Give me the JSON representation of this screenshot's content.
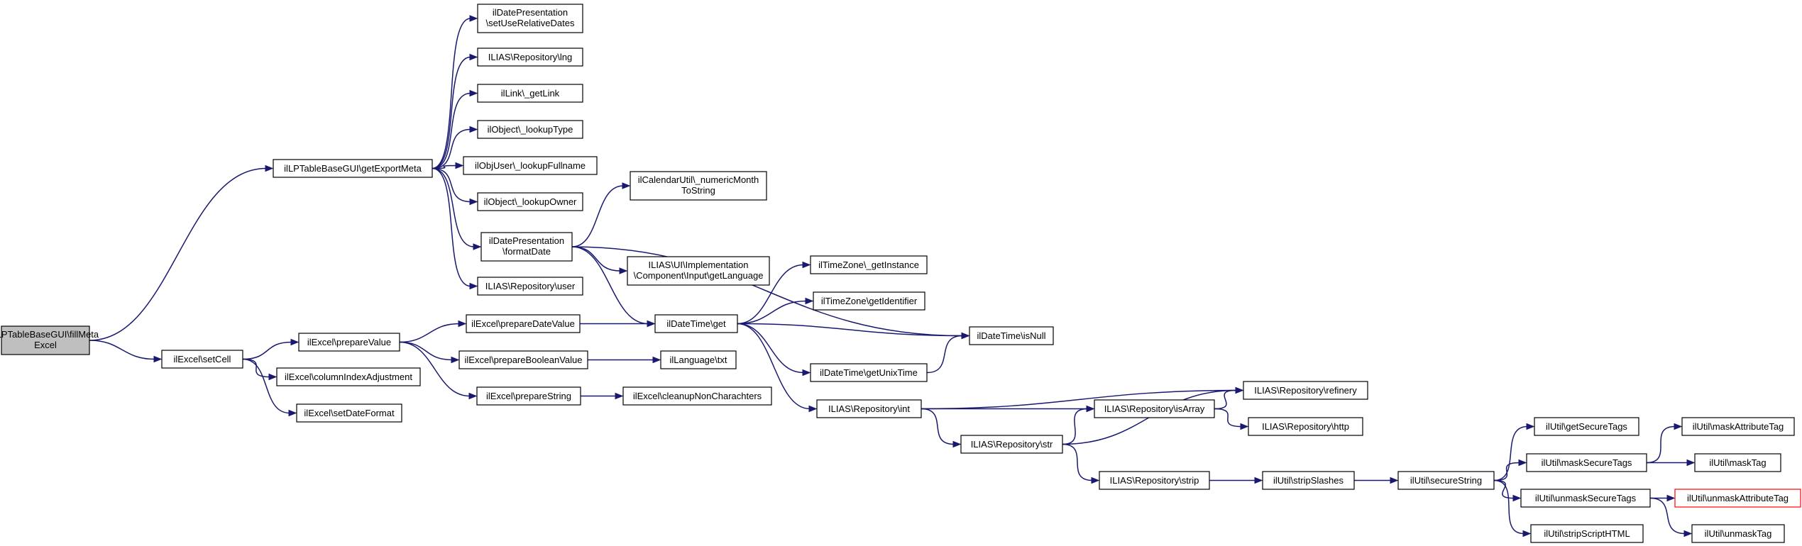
{
  "diagram": {
    "type": "call-graph",
    "colors": {
      "edge": "#191970",
      "root_fill": "#bfbfbf",
      "node_border": "#000000",
      "truncated_border": "#ff0000"
    },
    "nodes": [
      {
        "id": "fillMetaExcel",
        "lines": [
          "ilLPTableBaseGUI\\fillMeta",
          "Excel"
        ],
        "style": "root"
      },
      {
        "id": "getExportMeta",
        "lines": [
          "ilLPTableBaseGUI\\getExportMeta"
        ]
      },
      {
        "id": "setUseRelativeDates",
        "lines": [
          "ilDatePresentation",
          "\\setUseRelativeDates"
        ]
      },
      {
        "id": "lng",
        "lines": [
          "ILIAS\\Repository\\lng"
        ]
      },
      {
        "id": "getLink",
        "lines": [
          "ilLink\\_getLink"
        ]
      },
      {
        "id": "lookupType",
        "lines": [
          "ilObject\\_lookupType"
        ]
      },
      {
        "id": "lookupFullname",
        "lines": [
          "ilObjUser\\_lookupFullname"
        ]
      },
      {
        "id": "lookupOwner",
        "lines": [
          "ilObject\\_lookupOwner"
        ]
      },
      {
        "id": "formatDate",
        "lines": [
          "ilDatePresentation",
          "\\formatDate"
        ]
      },
      {
        "id": "user",
        "lines": [
          "ILIAS\\Repository\\user"
        ]
      },
      {
        "id": "numericMonth",
        "lines": [
          "ilCalendarUtil\\_numericMonth",
          "ToString"
        ]
      },
      {
        "id": "getLanguage",
        "lines": [
          "ILIAS\\UI\\Implementation",
          "\\Component\\Input\\getLanguage"
        ]
      },
      {
        "id": "setCell",
        "lines": [
          "ilExcel\\setCell"
        ]
      },
      {
        "id": "prepareValue",
        "lines": [
          "ilExcel\\prepareValue"
        ]
      },
      {
        "id": "columnIndexAdjustment",
        "lines": [
          "ilExcel\\columnIndexAdjustment"
        ]
      },
      {
        "id": "setDateFormat",
        "lines": [
          "ilExcel\\setDateFormat"
        ]
      },
      {
        "id": "prepareDateValue",
        "lines": [
          "ilExcel\\prepareDateValue"
        ]
      },
      {
        "id": "prepareBooleanValue",
        "lines": [
          "ilExcel\\prepareBooleanValue"
        ]
      },
      {
        "id": "prepareString",
        "lines": [
          "ilExcel\\prepareString"
        ]
      },
      {
        "id": "dtGet",
        "lines": [
          "ilDateTime\\get"
        ]
      },
      {
        "id": "txt",
        "lines": [
          "ilLanguage\\txt"
        ]
      },
      {
        "id": "cleanupNonCharachters",
        "lines": [
          "ilExcel\\cleanupNonCharachters"
        ]
      },
      {
        "id": "tzGetInstance",
        "lines": [
          "ilTimeZone\\_getInstance"
        ]
      },
      {
        "id": "tzGetIdentifier",
        "lines": [
          "ilTimeZone\\getIdentifier"
        ]
      },
      {
        "id": "isNull",
        "lines": [
          "ilDateTime\\isNull"
        ]
      },
      {
        "id": "getUnixTime",
        "lines": [
          "ilDateTime\\getUnixTime"
        ]
      },
      {
        "id": "repoInt",
        "lines": [
          "ILIAS\\Repository\\int"
        ]
      },
      {
        "id": "refinery",
        "lines": [
          "ILIAS\\Repository\\refinery"
        ]
      },
      {
        "id": "isArray",
        "lines": [
          "ILIAS\\Repository\\isArray"
        ]
      },
      {
        "id": "http",
        "lines": [
          "ILIAS\\Repository\\http"
        ]
      },
      {
        "id": "repoStr",
        "lines": [
          "ILIAS\\Repository\\str"
        ]
      },
      {
        "id": "repoStrip",
        "lines": [
          "ILIAS\\Repository\\strip"
        ]
      },
      {
        "id": "stripSlashes",
        "lines": [
          "ilUtil\\stripSlashes"
        ]
      },
      {
        "id": "secureString",
        "lines": [
          "ilUtil\\secureString"
        ]
      },
      {
        "id": "getSecureTags",
        "lines": [
          "ilUtil\\getSecureTags"
        ]
      },
      {
        "id": "maskSecureTags",
        "lines": [
          "ilUtil\\maskSecureTags"
        ]
      },
      {
        "id": "unmaskSecureTags",
        "lines": [
          "ilUtil\\unmaskSecureTags"
        ]
      },
      {
        "id": "stripScriptHTML",
        "lines": [
          "ilUtil\\stripScriptHTML"
        ]
      },
      {
        "id": "maskAttributeTag",
        "lines": [
          "ilUtil\\maskAttributeTag"
        ]
      },
      {
        "id": "maskTag",
        "lines": [
          "ilUtil\\maskTag"
        ]
      },
      {
        "id": "unmaskAttributeTag",
        "lines": [
          "ilUtil\\unmaskAttributeTag"
        ],
        "style": "red"
      },
      {
        "id": "unmaskTag",
        "lines": [
          "ilUtil\\unmaskTag"
        ]
      }
    ],
    "edges": [
      {
        "from": "fillMetaExcel",
        "to": "getExportMeta"
      },
      {
        "from": "fillMetaExcel",
        "to": "setCell"
      },
      {
        "from": "getExportMeta",
        "to": "setUseRelativeDates"
      },
      {
        "from": "getExportMeta",
        "to": "lng"
      },
      {
        "from": "getExportMeta",
        "to": "getLink"
      },
      {
        "from": "getExportMeta",
        "to": "lookupType"
      },
      {
        "from": "getExportMeta",
        "to": "lookupFullname"
      },
      {
        "from": "getExportMeta",
        "to": "lookupOwner"
      },
      {
        "from": "getExportMeta",
        "to": "formatDate"
      },
      {
        "from": "getExportMeta",
        "to": "user"
      },
      {
        "from": "formatDate",
        "to": "numericMonth"
      },
      {
        "from": "formatDate",
        "to": "isNull"
      },
      {
        "from": "formatDate",
        "to": "getLanguage"
      },
      {
        "from": "formatDate",
        "to": "dtGet"
      },
      {
        "from": "setCell",
        "to": "prepareValue"
      },
      {
        "from": "setCell",
        "to": "columnIndexAdjustment"
      },
      {
        "from": "setCell",
        "to": "setDateFormat"
      },
      {
        "from": "prepareValue",
        "to": "prepareDateValue"
      },
      {
        "from": "prepareValue",
        "to": "prepareBooleanValue"
      },
      {
        "from": "prepareValue",
        "to": "prepareString"
      },
      {
        "from": "prepareDateValue",
        "to": "dtGet"
      },
      {
        "from": "prepareBooleanValue",
        "to": "txt"
      },
      {
        "from": "prepareString",
        "to": "cleanupNonCharachters"
      },
      {
        "from": "dtGet",
        "to": "tzGetInstance"
      },
      {
        "from": "dtGet",
        "to": "tzGetIdentifier"
      },
      {
        "from": "dtGet",
        "to": "isNull"
      },
      {
        "from": "dtGet",
        "to": "getUnixTime"
      },
      {
        "from": "dtGet",
        "to": "repoInt"
      },
      {
        "from": "getUnixTime",
        "to": "isNull"
      },
      {
        "from": "repoInt",
        "to": "refinery"
      },
      {
        "from": "repoInt",
        "to": "isArray"
      },
      {
        "from": "repoInt",
        "to": "repoStr"
      },
      {
        "from": "isArray",
        "to": "refinery"
      },
      {
        "from": "isArray",
        "to": "http"
      },
      {
        "from": "repoStr",
        "to": "isArray"
      },
      {
        "from": "repoStr",
        "to": "refinery"
      },
      {
        "from": "repoStr",
        "to": "repoStrip"
      },
      {
        "from": "repoStrip",
        "to": "stripSlashes"
      },
      {
        "from": "stripSlashes",
        "to": "secureString"
      },
      {
        "from": "secureString",
        "to": "getSecureTags"
      },
      {
        "from": "secureString",
        "to": "maskSecureTags"
      },
      {
        "from": "secureString",
        "to": "unmaskSecureTags"
      },
      {
        "from": "secureString",
        "to": "stripScriptHTML"
      },
      {
        "from": "maskSecureTags",
        "to": "maskAttributeTag"
      },
      {
        "from": "maskSecureTags",
        "to": "maskTag"
      },
      {
        "from": "unmaskSecureTags",
        "to": "unmaskAttributeTag"
      },
      {
        "from": "unmaskSecureTags",
        "to": "unmaskTag"
      }
    ]
  }
}
